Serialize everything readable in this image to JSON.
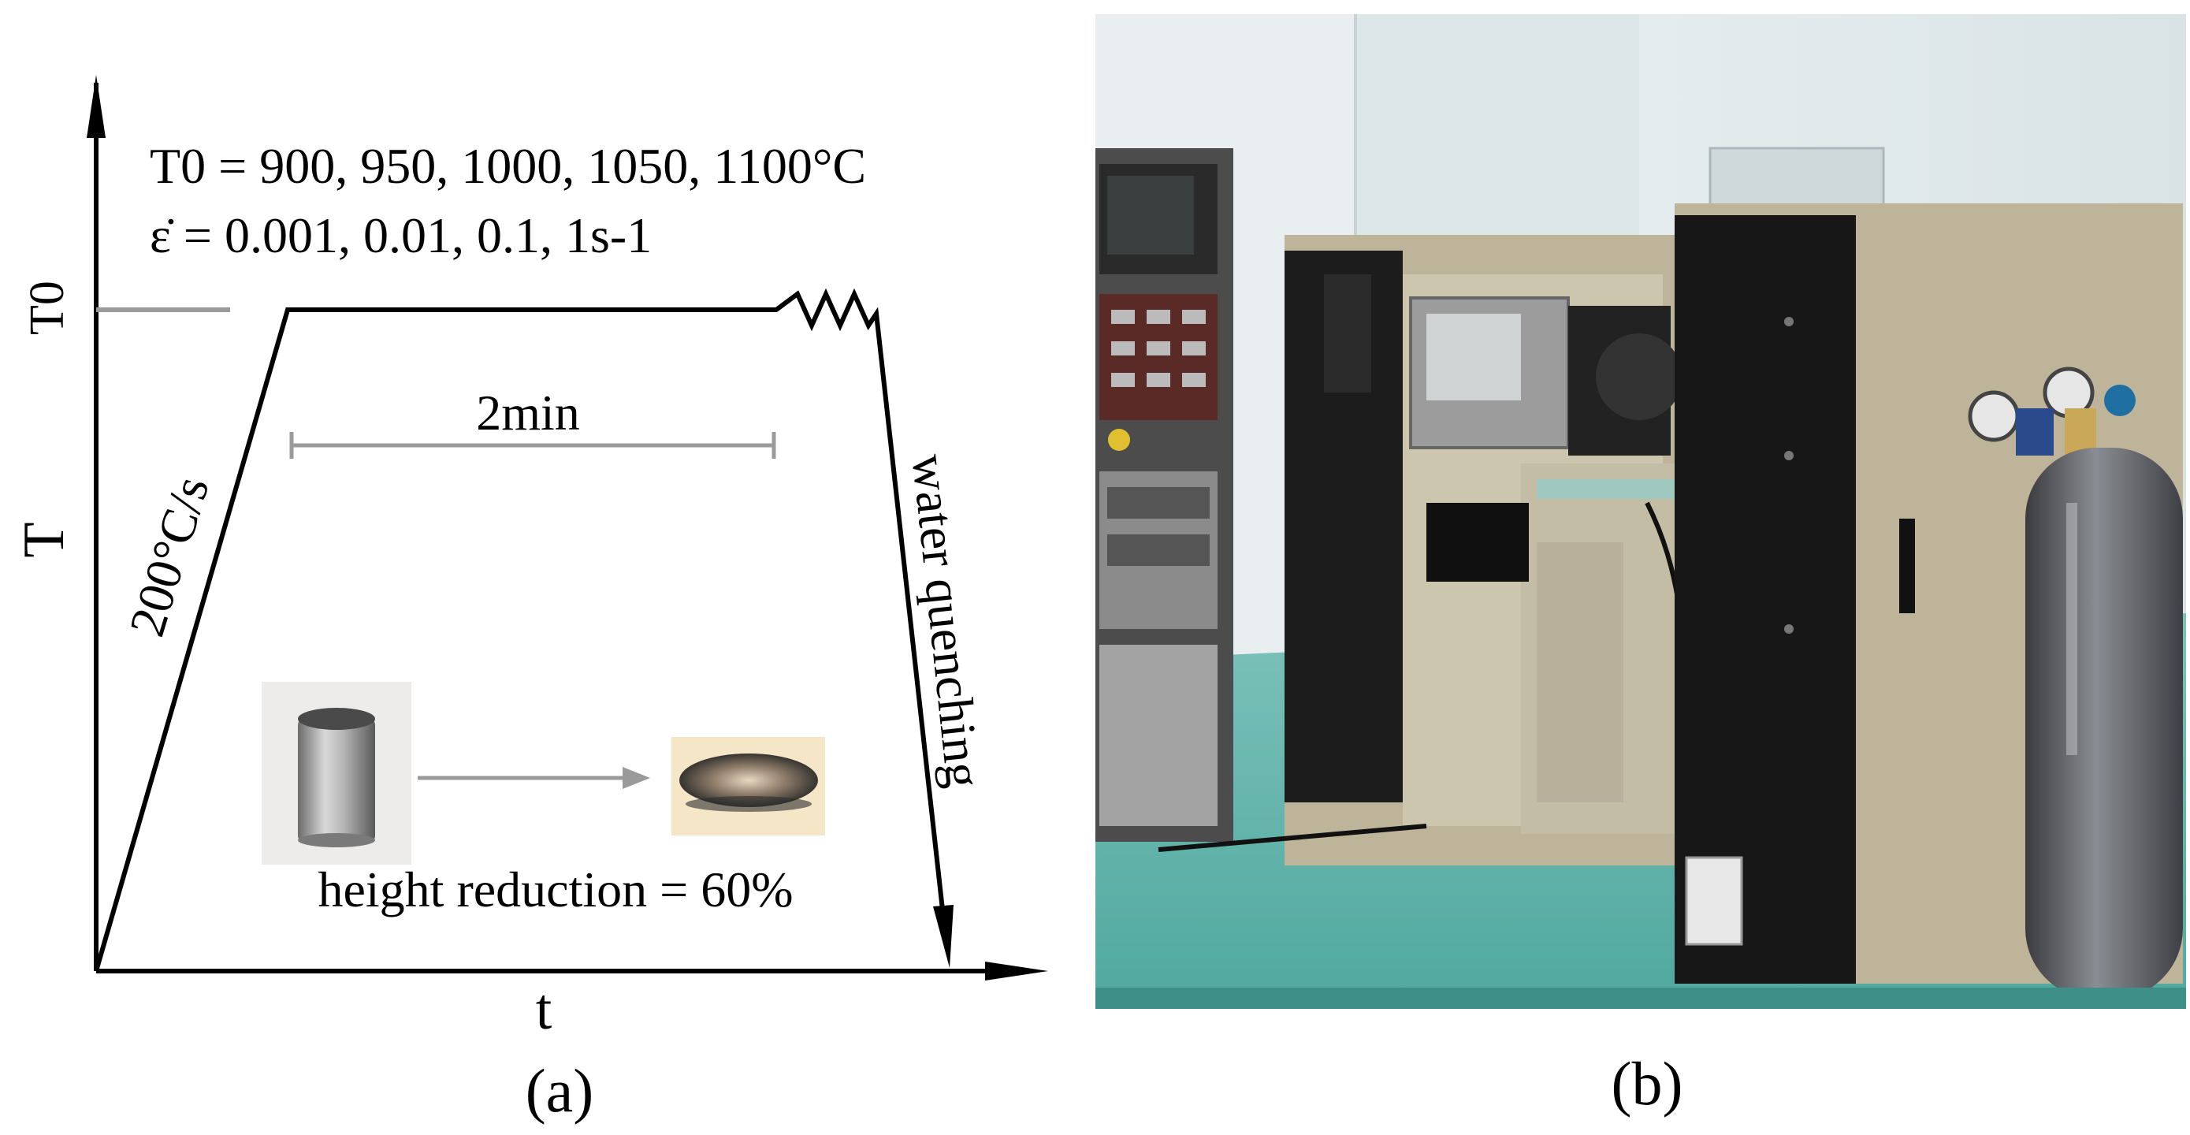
{
  "panel_a": {
    "params": {
      "temperature_line": "T0 = 900, 950, 1000, 1050, 1100°C",
      "strain_rate_line": "ε̇ = 0.001, 0.01, 0.1, 1s-1"
    },
    "axis": {
      "y_label": "T",
      "y_tick": "T0",
      "x_label": "t"
    },
    "heating_rate": "200°C/s",
    "hold_time": "2min",
    "quench": "water quenching",
    "reduction": "height reduction = 60%",
    "caption": "(a)"
  },
  "panel_b": {
    "caption": "(b)"
  },
  "colors": {
    "line": "#000000",
    "gray_marker": "#9a9a9a",
    "floor": "#5fb3aa",
    "cabinet_beige": "#bdb49a",
    "cabinet_black": "#1b1b1b",
    "wall": "#e4ecef"
  }
}
